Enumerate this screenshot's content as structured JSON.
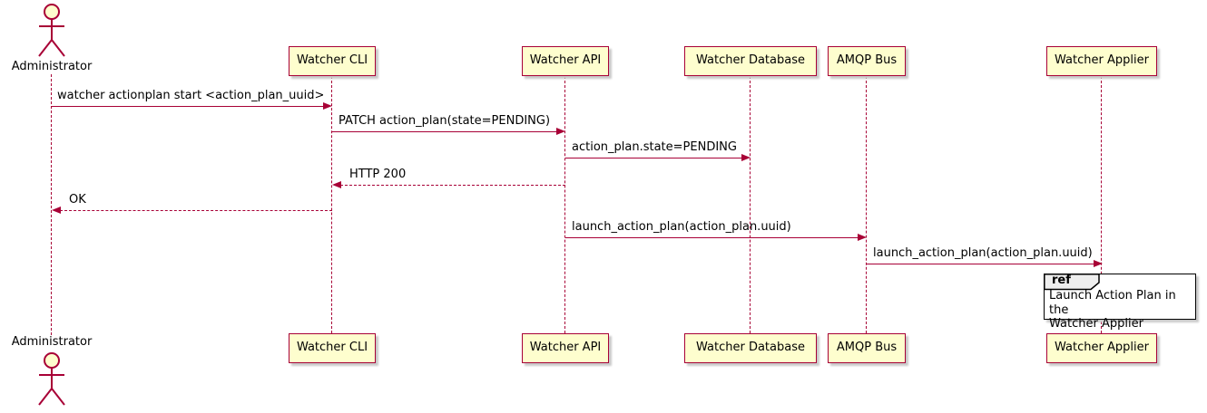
{
  "diagram_type": "uml-sequence",
  "colors": {
    "participant_fill": "#FEFECE",
    "line_color": "#A80036",
    "text_color": "#000000",
    "ref_header_fill": "#EEEEEE",
    "ref_border": "#000000",
    "background": "#FFFFFF"
  },
  "actor": {
    "label": "Administrator"
  },
  "participants": [
    {
      "label": "Watcher CLI"
    },
    {
      "label": "Watcher API"
    },
    {
      "label": "Watcher Database"
    },
    {
      "label": "AMQP Bus"
    },
    {
      "label": "Watcher Applier"
    }
  ],
  "messages": [
    {
      "text": "watcher actionplan start <action_plan_uuid>",
      "from": "Administrator",
      "to": "Watcher CLI",
      "type": "solid"
    },
    {
      "text": "PATCH action_plan(state=PENDING)",
      "from": "Watcher CLI",
      "to": "Watcher API",
      "type": "solid"
    },
    {
      "text": "action_plan.state=PENDING",
      "from": "Watcher API",
      "to": "Watcher Database",
      "type": "solid"
    },
    {
      "text": "HTTP 200",
      "from": "Watcher API",
      "to": "Watcher CLI",
      "type": "dashed-return"
    },
    {
      "text": "OK",
      "from": "Watcher CLI",
      "to": "Administrator",
      "type": "dashed-return"
    },
    {
      "text": "launch_action_plan(action_plan.uuid)",
      "from": "Watcher API",
      "to": "AMQP Bus",
      "type": "solid"
    },
    {
      "text": "launch_action_plan(action_plan.uuid)",
      "from": "AMQP Bus",
      "to": "Watcher Applier",
      "type": "solid"
    }
  ],
  "ref": {
    "keyword": "ref",
    "text": "Launch Action Plan in the\nWatcher Applier",
    "over": "Watcher Applier"
  }
}
